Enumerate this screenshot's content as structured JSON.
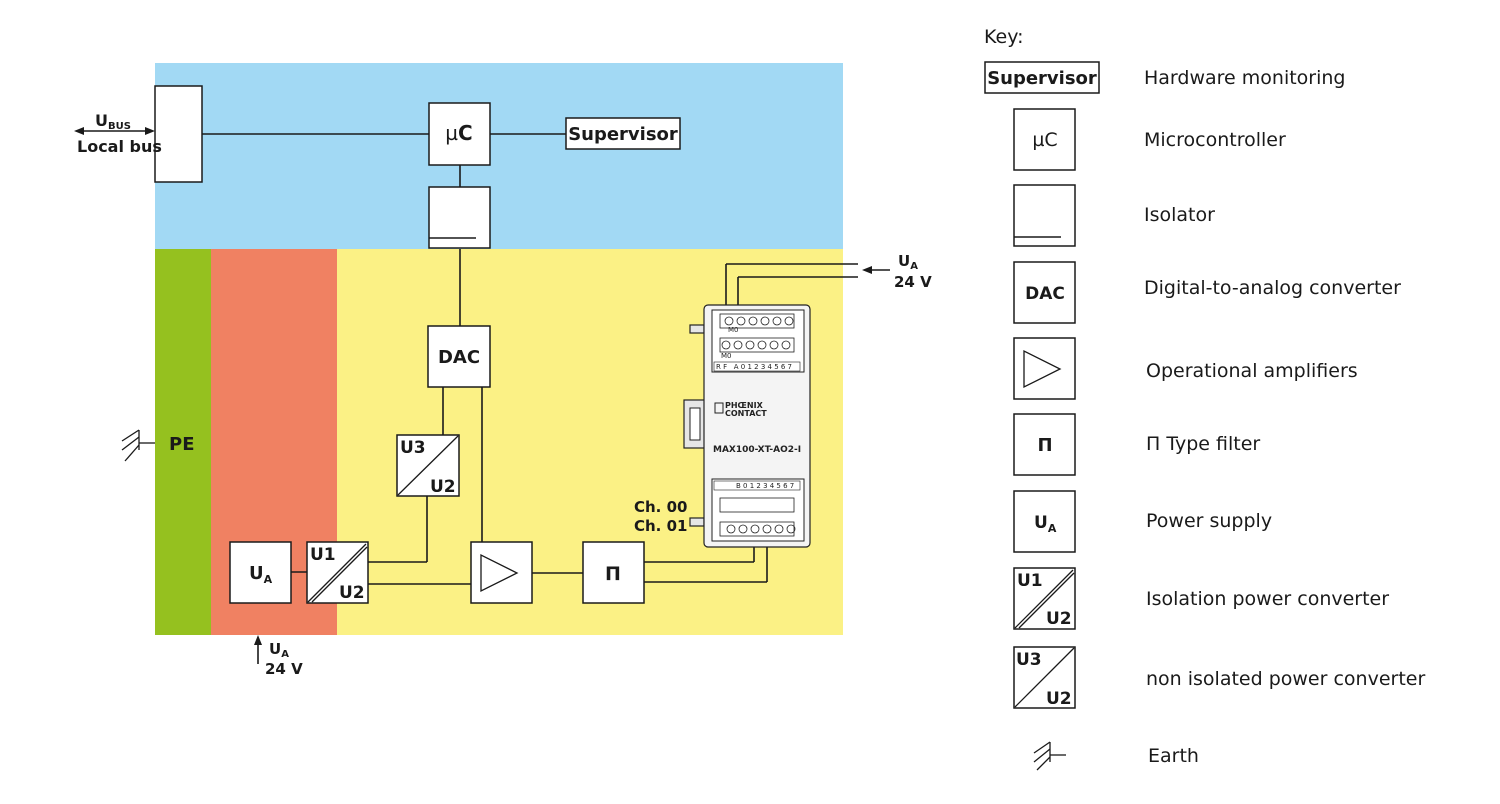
{
  "diagram": {
    "local_bus": {
      "voltage_main": "U",
      "voltage_sub": "BUS",
      "label": "Local bus"
    },
    "blocks": {
      "microcontroller": {
        "prefix": "µ",
        "main": "C"
      },
      "supervisor": "Supervisor",
      "dac": "DAC",
      "converter_nonisolated": {
        "top": "U3",
        "bottom": "U2"
      },
      "converter_isolated": {
        "top": "U1",
        "bottom": "U2"
      },
      "power_supply": {
        "main": "U",
        "sub": "A"
      },
      "filter": "Π"
    },
    "pe_label": "PE",
    "supply_bottom": {
      "main": "U",
      "sub": "A",
      "voltage": "24 V"
    },
    "supply_right": {
      "main": "U",
      "sub": "A",
      "voltage": "24 V"
    },
    "channels": [
      "Ch. 00",
      "Ch. 01"
    ],
    "device": {
      "model": "MAX100-XT-AO2-I",
      "brand_line1": "PHŒNIX",
      "brand_line2": "CONTACT",
      "row_top_label": "M0",
      "row_mid_label": "M0",
      "strip_top": "R F   A 0 1 2 3 4 5 6 7",
      "strip_bottom": "B 0 1 2 3 4 5 6 7"
    },
    "zone_colors": {
      "logic": "#a2d9f4",
      "pe": "#95c11f",
      "power": "#f08162",
      "field": "#fbf185"
    }
  },
  "legend": {
    "title": "Key:",
    "items": [
      {
        "symbol": "supervisor",
        "symbol_text": "Supervisor",
        "label": "Hardware monitoring"
      },
      {
        "symbol": "microcontroller",
        "symbol_text": "µC",
        "label": "Microcontroller"
      },
      {
        "symbol": "isolator",
        "symbol_text": "",
        "label": "Isolator"
      },
      {
        "symbol": "dac",
        "symbol_text": "DAC",
        "label": "Digital-to-analog converter"
      },
      {
        "symbol": "opamp",
        "symbol_text": "",
        "label": "Operational amplifiers"
      },
      {
        "symbol": "filter",
        "symbol_text": "Π",
        "label": "Π Type filter"
      },
      {
        "symbol": "power-supply",
        "symbol_text": "UA",
        "label": "Power supply"
      },
      {
        "symbol": "isolated-converter",
        "symbol_text": "U1/U2",
        "label": "Isolation power converter"
      },
      {
        "symbol": "nonisolated-converter",
        "symbol_text": "U3/U2",
        "label": "non isolated power converter"
      },
      {
        "symbol": "earth-icon",
        "symbol_text": "",
        "label": "Earth"
      }
    ]
  }
}
